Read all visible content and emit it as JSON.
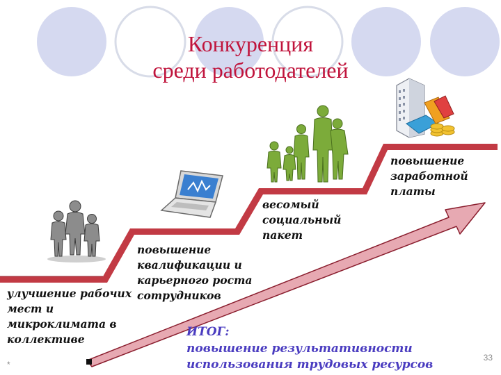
{
  "slide": {
    "title": "Конкуренция\nсреди работодателей",
    "steps": [
      {
        "text": "улучшение рабочих\nмест и\nмикроклимата в\nколлективе",
        "icon": "people-group-icon"
      },
      {
        "text": "повышение\nквалификации и\nкарьерного роста\nсотрудников",
        "icon": "laptop-icon"
      },
      {
        "text": "весомый\nсоциальный\nпакет",
        "icon": "family-icon"
      },
      {
        "text": "повышение\nзаработной\nплаты",
        "icon": "money-building-icon"
      }
    ],
    "summary_label": "ИТОГ:",
    "summary_text": "повышение результативности\nиспользования трудовых ресурсов",
    "page_number": "33",
    "footnote": "*"
  },
  "colors": {
    "title": "#c0143c",
    "summary": "#4a3cc0",
    "stair_fill": "#c23a44",
    "arrow_fill": "#e7a9b2",
    "arrow_stroke": "#8a1e2e",
    "circle_fill": "#d5d9f0"
  }
}
